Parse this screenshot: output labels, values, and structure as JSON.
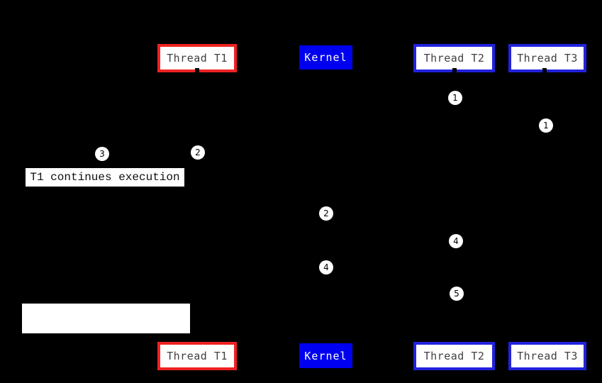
{
  "diagram": {
    "description": "Thread/kernel upcall sequence diagram on black background",
    "colors": {
      "background": "#000000",
      "thread_t1_border": "#ee2222",
      "thread_t2_t3_border": "#2222dd",
      "kernel_fill": "#0000f0",
      "node_fill": "#ffffff",
      "node_text": "#404040",
      "kernel_text": "#ffffff"
    },
    "top_row": {
      "thread_t1": "Thread T1",
      "kernel": "Kernel",
      "thread_t2": "Thread T2",
      "thread_t3": "Thread T3"
    },
    "bottom_row": {
      "thread_t1": "Thread T1",
      "kernel": "Kernel",
      "thread_t2": "Thread T2",
      "thread_t3": "Thread T3"
    },
    "markers": [
      {
        "label": "1",
        "lifeline": "thread-t2"
      },
      {
        "label": "1",
        "lifeline": "thread-t3"
      },
      {
        "label": "3",
        "lifeline": "left-of-thread-t1"
      },
      {
        "label": "2",
        "lifeline": "thread-t1"
      },
      {
        "label": "2",
        "lifeline": "kernel"
      },
      {
        "label": "4",
        "lifeline": "thread-t2"
      },
      {
        "label": "4",
        "lifeline": "kernel"
      },
      {
        "label": "5",
        "lifeline": "thread-t2"
      }
    ],
    "annotation": "T1 continues execution"
  }
}
